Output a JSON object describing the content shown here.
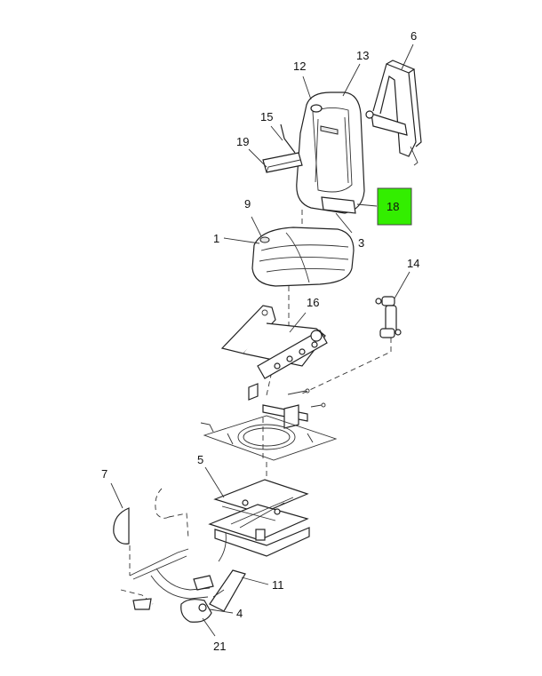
{
  "diagram": {
    "callouts": [
      "6",
      "12",
      "13",
      "15",
      "19",
      "18",
      "9",
      "1",
      "3",
      "14",
      "16",
      "7",
      "5",
      "11",
      "4",
      "21"
    ],
    "highlight_color": "#33ee00",
    "highlighted_callout": "18"
  }
}
